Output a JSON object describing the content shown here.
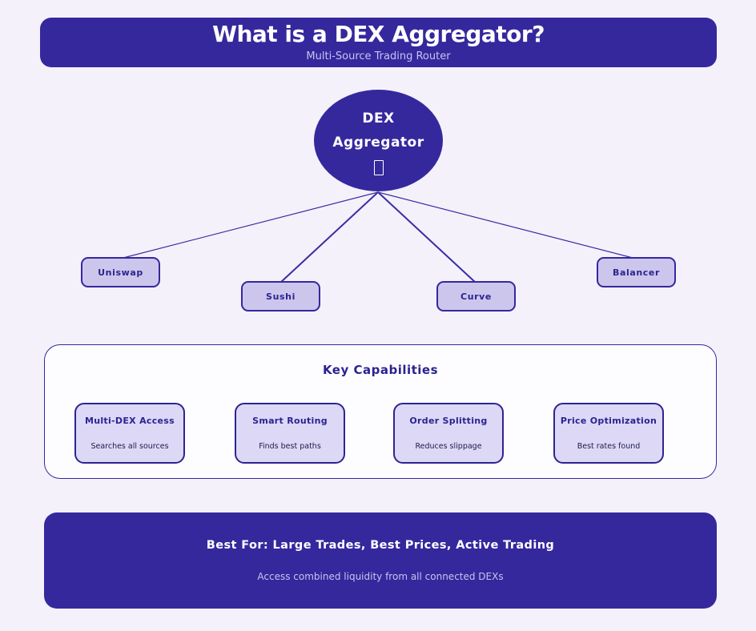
{
  "colors": {
    "page_bg": "#f4f1fb",
    "banner_bg": "#35289d",
    "banner_text": "#ffffff",
    "banner_subtext": "#c8c3ee",
    "leaf_box_bg": "#ccc6ed",
    "leaf_box_border": "#35289d",
    "leaf_box_text": "#2b2391",
    "panel_bg": "#fdfdff",
    "panel_border": "#35289d",
    "card_bg": "#dcd8f6",
    "card_border": "#2e2490",
    "card_title": "#2b2391",
    "card_subtitle": "#1e1b4b",
    "connector_line": "#3a2da1"
  },
  "header": {
    "title": "What is a DEX Aggregator?",
    "subtitle": "Multi-Source Trading Router"
  },
  "center_node": {
    "line1": "DEX",
    "line2": "Aggregator",
    "icon": "missing-glyph-box"
  },
  "dex_nodes": [
    {
      "label": "Uniswap"
    },
    {
      "label": "Sushi"
    },
    {
      "label": "Curve"
    },
    {
      "label": "Balancer"
    }
  ],
  "capabilities": {
    "title": "Key Capabilities",
    "cards": [
      {
        "title": "Multi-DEX Access",
        "subtitle": "Searches all sources"
      },
      {
        "title": "Smart Routing",
        "subtitle": "Finds best paths"
      },
      {
        "title": "Order Splitting",
        "subtitle": "Reduces slippage"
      },
      {
        "title": "Price Optimization",
        "subtitle": "Best rates found"
      }
    ]
  },
  "footer": {
    "title": "Best For: Large Trades, Best Prices, Active Trading",
    "subtitle": "Access combined liquidity from all connected DEXs"
  }
}
